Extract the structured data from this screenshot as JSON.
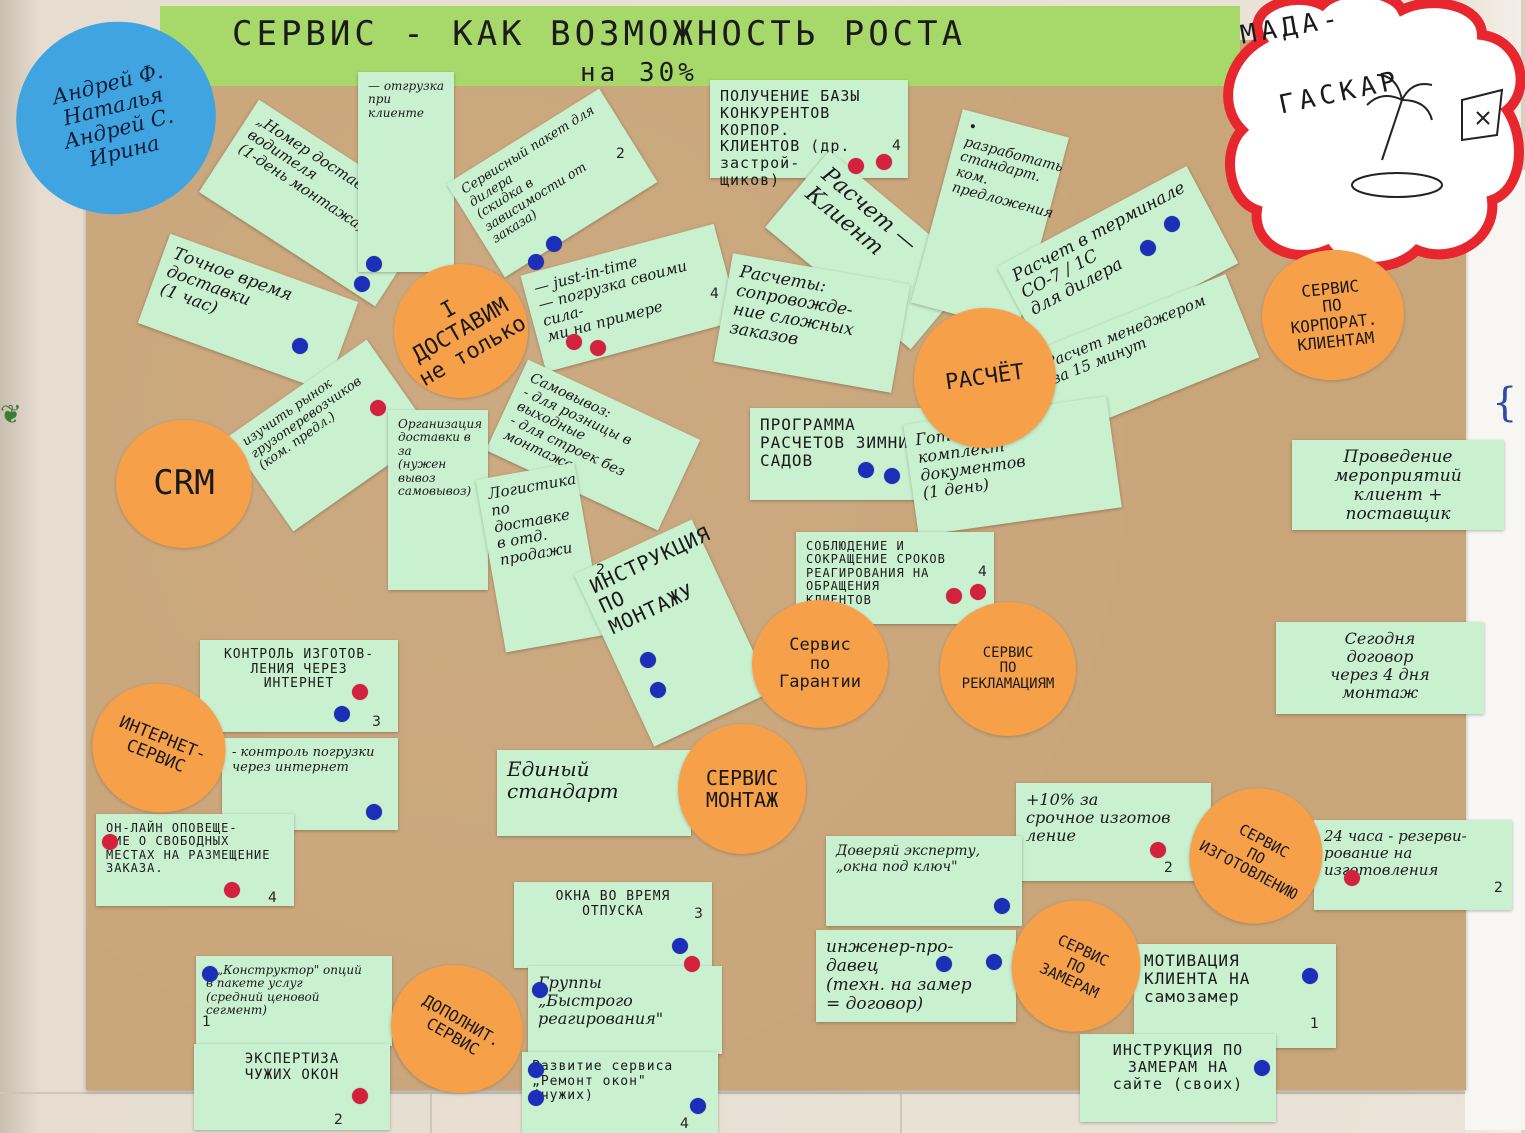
{
  "banner": {
    "line1": "СЕРВИС - КАК ВОЗМОЖНОСТЬ РОСТА",
    "line2": "на 30%"
  },
  "team": {
    "text": "Андрей Ф.\nНаталья\nАндрей С.\nИрина"
  },
  "cloud": {
    "line1": "МАДА-",
    "line2": "ГАСКАР"
  },
  "circles": {
    "crm": "CRM",
    "dostavim": "I\nДОСТАВИМ\nне только",
    "raschet": "РАСЧЁТ",
    "korp": "СЕРВИС\nПО\nКОРПОРАТ.\nКЛИЕНТАМ",
    "garantii": "Сервис\nпо\nГарантии",
    "reklamacii": "СЕРВИС\nПО\nРЕКЛАМАЦИЯМ",
    "montazh": "СЕРВИС\nМОНТАЖ",
    "internet": "ИНТЕРНЕТ-\nСЕРВИС",
    "izgotovleniyu": "СЕРВИС\nПО\nИЗГОТОВЛЕНИЮ",
    "zameram": "СЕРВИС\nПО\nЗАМЕРАМ",
    "dopolnit": "ДОПОЛНИТ.\nСЕРВИС"
  },
  "notes": {
    "nomer_dostavki": "„Номер доставки\" водителя\n(1-день монтажа)",
    "otgruzka": "— отгрузка при клиенте",
    "servisny_paket": "Сервисный пакет для дилера\n(скидка в зависимости от заказа)",
    "poluchenie_bazy": "ПОЛУЧЕНИЕ БАЗЫ\nКОНКУРЕНТОВ КОРПОР.\nКЛИЕНТОВ (др. застрой-\nщиков)",
    "raschet_klient": "Расчет — Клиент",
    "razrabotat": "• разработать стандарт.\nком. предложения",
    "tochnoe_vremya": "Точное время\nдоставки\n(1 час)",
    "just_in_time": "— just-in-time\n— погрузка своими сила-\nми на примере",
    "raschety_sopr": "Расчеты:\nсопровожде-\nние сложных\nзаказов",
    "raschet_terminale": "Расчет в терминале\nСО-7 / 1С\nдля дилера",
    "izuchit": "изучить рынок\nгрузоперевозчиков\n(ком. предл.)",
    "samovyvoz": "Самовывоз:\n- для розницы в выходные\n- для строек без\nмонтажа",
    "raschet_15": "Расчет менеджером\nза 15 минут",
    "programma": "ПРОГРАММА\nРАСЧЕТОВ ЗИМНИХ\nСАДОВ",
    "gotovy_komplekt": "Готовый\nкомплект\nдокументов\n(1 день)",
    "provedenie": "Проведение\nмероприятий\nклиент + поставщик",
    "organizaciya": "Организация доставки в за\n(нужен вывоз самовывоз)",
    "logistika": "Логистика по\nдоставке\nв отд. продажи",
    "instrukciya_mont": "ИНСТРУКЦИЯ\nПО МОНТАЖУ",
    "soblyudenie": "СОБЛЮДЕНИЕ И\nСОКРАЩЕНИЕ СРОКОВ\nРЕАГИРОВАНИЯ НА\nОБРАЩЕНИЯ\nКЛИЕНТОВ",
    "segodnya_dogovor": "Сегодня\nдоговор\nчерез 4 дня\nмонтаж",
    "kontrol_izgot": "КОНТРОЛЬ ИЗГОТОВ-\nЛЕНИЯ ЧЕРЕЗ\nИНТЕРНЕТ",
    "kontrol_pogruzki": "- контроль погрузки\nчерез интернет",
    "edinyy_standart": "Единый\nстандарт",
    "onlayn": "ОН-ЛАЙН ОПОВЕЩЕ-\nНИЕ О СВОБОДНЫХ\nМЕСТАХ НА РАЗМЕЩЕНИЕ\nЗАКАЗА.",
    "plus10": "+10% за\nсрочное изготов\nление",
    "chasa24": "24 часа - резерви-\nрование на\nизготовления",
    "doveryay": "Доверяй эксперту,\n„окна под ключ\"",
    "okna_otpuska": "ОКНА ВО ВРЕМЯ\nОТПУСКА",
    "inzhener": "инженер-про-\nдавец\n(техн. на замер\n= договор)",
    "motivaciya": "МОТИВАЦИЯ\nКЛИЕНТА НА\nсамозамер",
    "konstruktor": "• „Конструктор\" опций\nв пакете услуг\n(средний ценовой сегмент)",
    "gruppy": "Группы\n„Быстрого реагирования\"",
    "ekspertiza": "ЭКСПЕРТИЗА\nЧУЖИХ ОКОН",
    "razvitie": "Развитие сервиса\n„Ремонт окон\"\n(чужих)",
    "instrukciya_zamer": "ИНСТРУКЦИЯ ПО\nЗАМЕРАМ НА\nсайте (своих)"
  },
  "numbers": {
    "n_servisny": "2",
    "n_poluchenie": "4",
    "n_jit": "4",
    "n_logistika": "2",
    "n_soblyudenie": "4",
    "n_kontrol": "3",
    "n_onlayn": "4",
    "n_plus10": "2",
    "n_24": "2",
    "n_okna": "3",
    "n_motivaciya": "1",
    "n_konstruktor": "1",
    "n_ekspertiza": "2",
    "n_razvitie": "4"
  },
  "colors": {
    "paper": "#c9a57a",
    "banner": "#a6d96a",
    "note": "#c9f0cf",
    "orange_circle": "#f7a04a",
    "blue_circle": "#3fa4e0",
    "blue_dot": "#1d2fb8",
    "red_dot": "#d4213d",
    "cloud_edge": "#e8262e"
  }
}
